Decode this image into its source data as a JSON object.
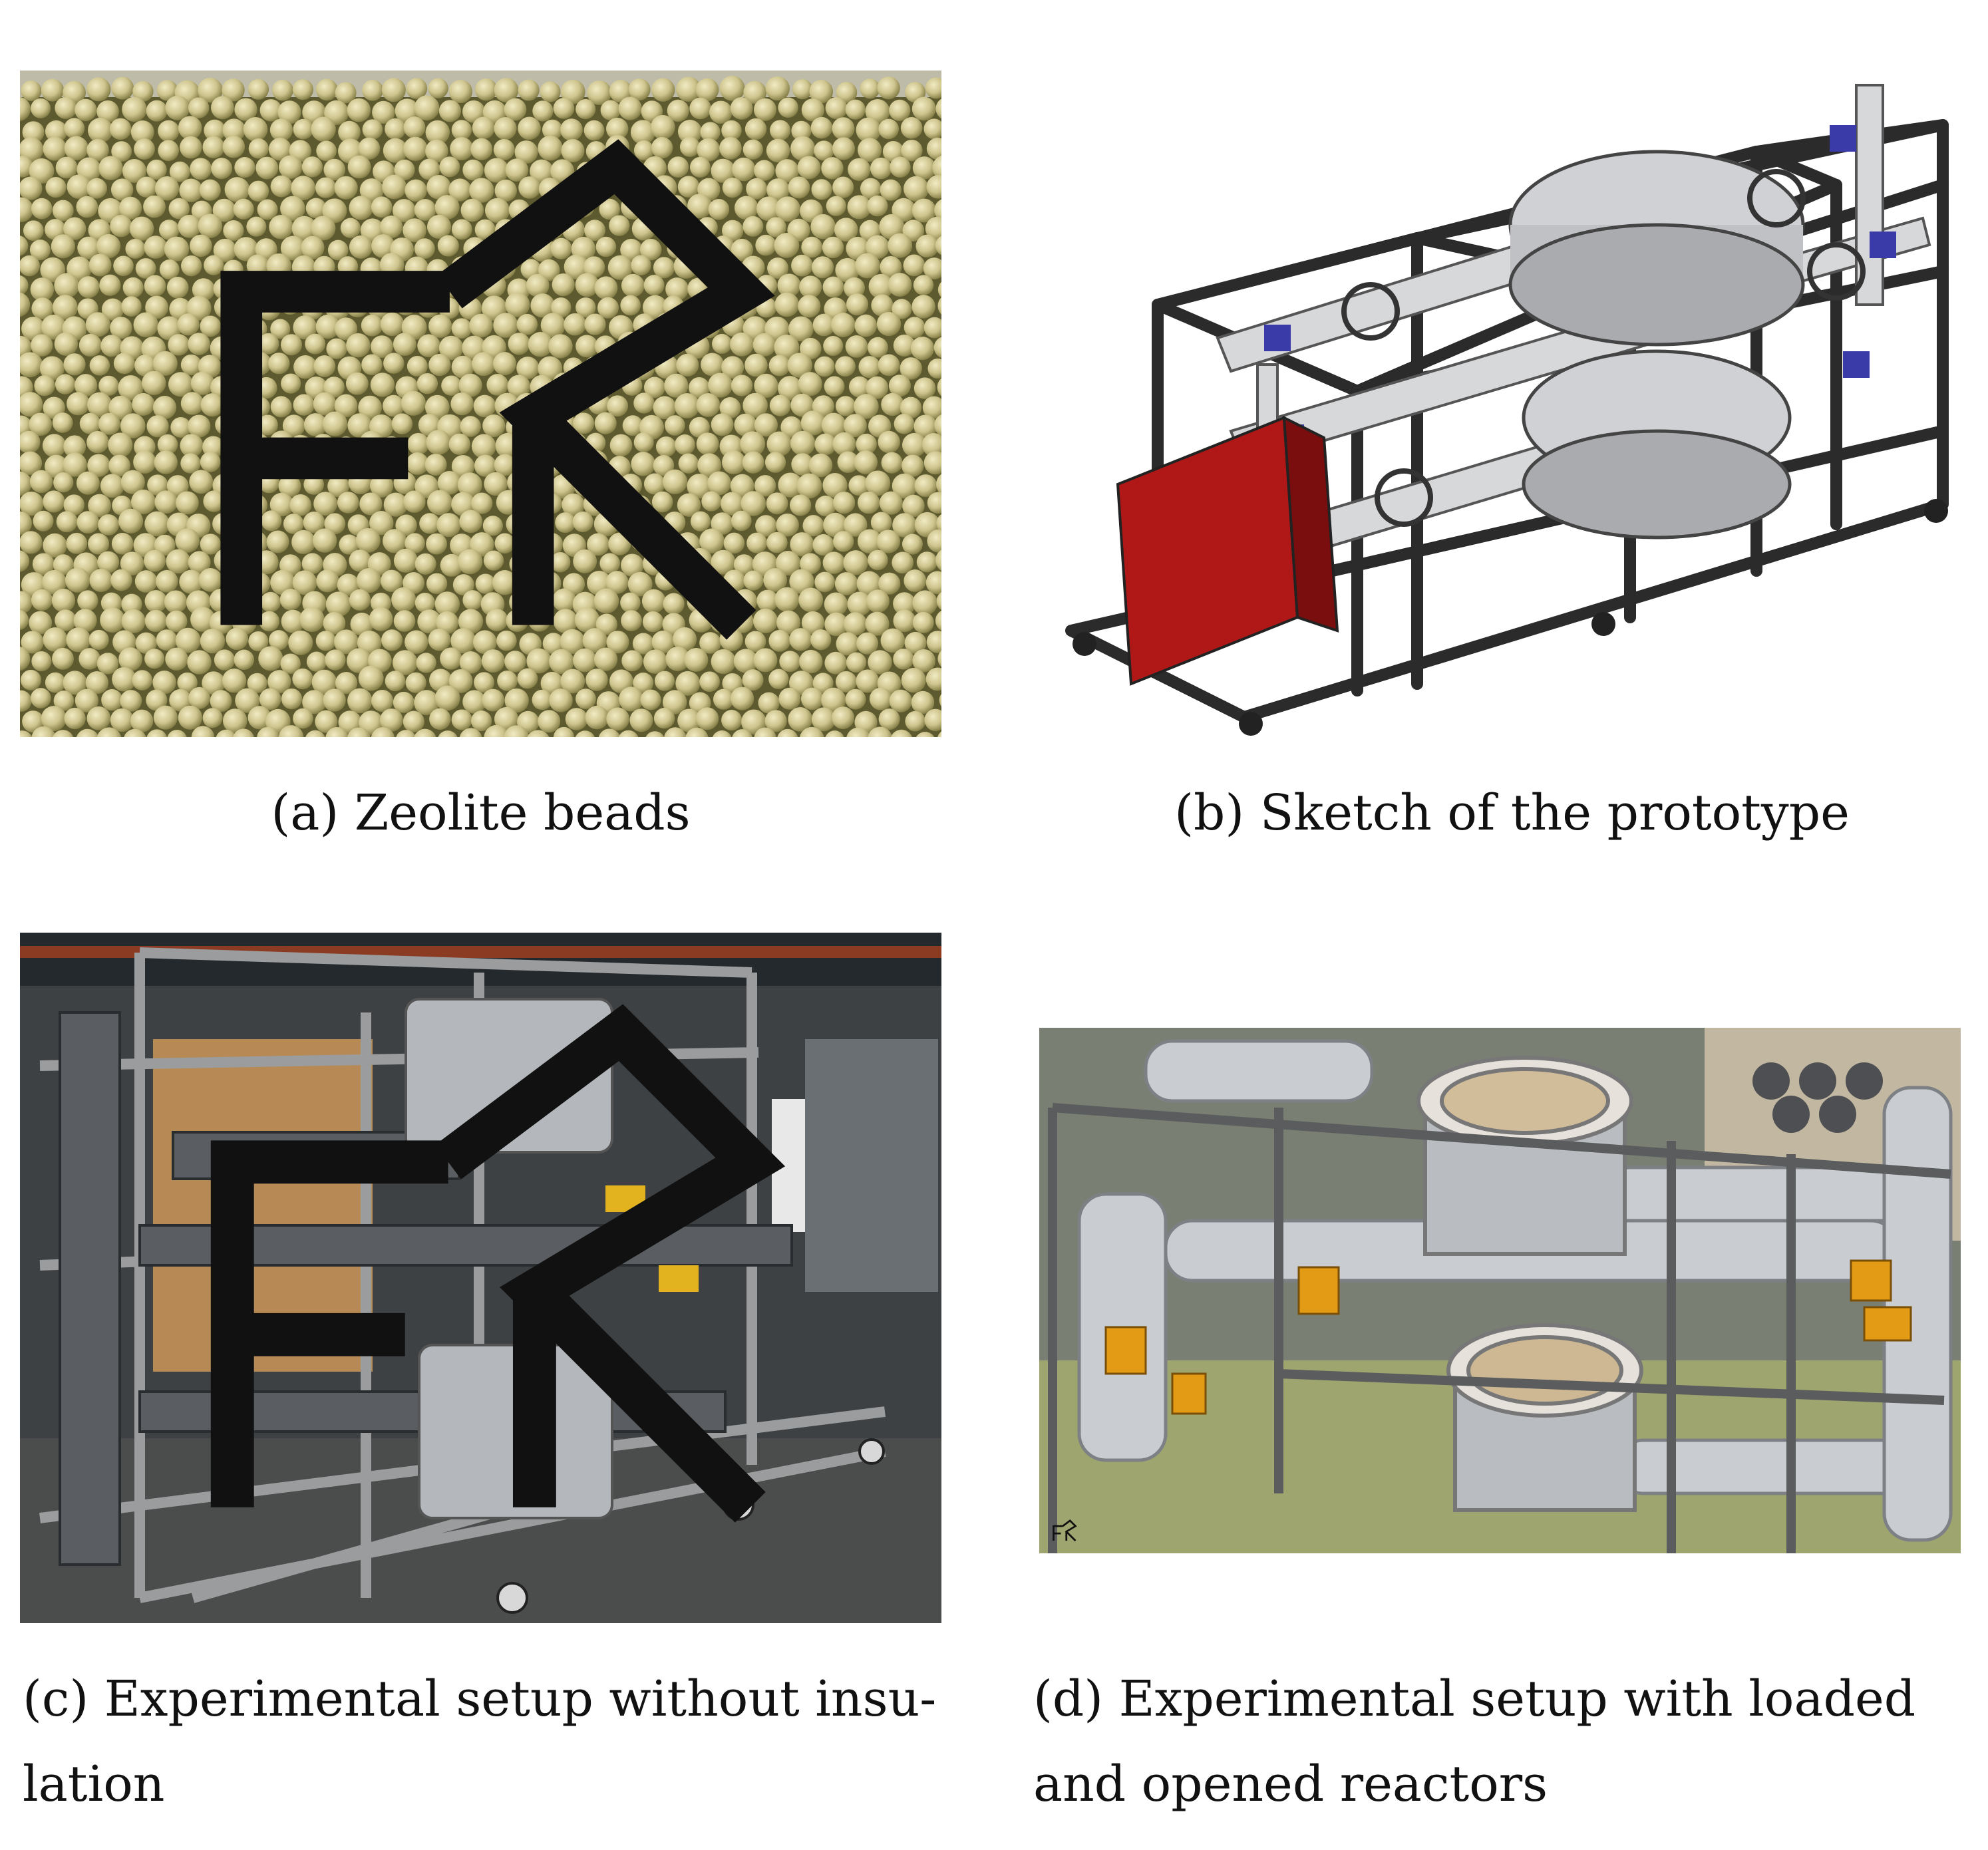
{
  "figure": {
    "panels": [
      {
        "id": "a",
        "caption_lines": [
          "(a) Zeolite beads"
        ]
      },
      {
        "id": "b",
        "caption_lines": [
          "(b) Sketch of the prototype"
        ]
      },
      {
        "id": "c",
        "caption_lines": [
          "(c) Experimental setup without insu-",
          "lation"
        ]
      },
      {
        "id": "d",
        "caption_lines": [
          "(d) Experimental setup with loaded",
          "and opened reactors"
        ]
      }
    ]
  },
  "icons": {
    "watermark": "publisher-logo-icon"
  },
  "colors": {
    "bead": "#cdc38c",
    "bead_shadow": "#6f6a3c",
    "frame": "#2b2b2b",
    "control_box": "#b01818",
    "valve": "#3a3aa8",
    "factory_bg": "#3d4144",
    "insulation": "#c9ccd0",
    "actuator": "#e39a14"
  }
}
